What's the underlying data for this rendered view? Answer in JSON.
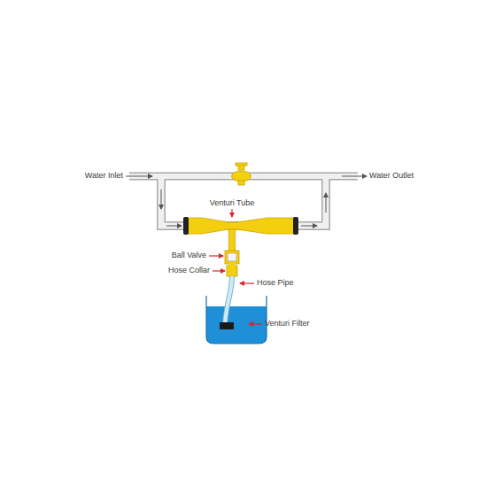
{
  "diagram": {
    "labels": [
      "Water Inlet",
      "Water Outlet",
      "Venturi Tube",
      "Ball Valve",
      "Hose Collar",
      "Hose Pipe",
      "Venturi Filter"
    ]
  }
}
